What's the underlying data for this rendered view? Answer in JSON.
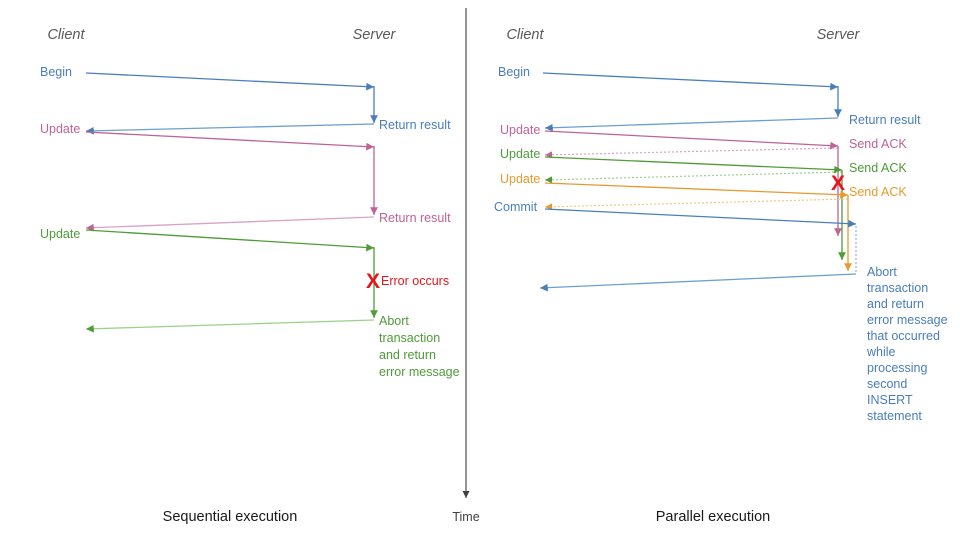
{
  "figure": {
    "title_left": "Sequential execution",
    "title_right": "Parallel execution",
    "time_axis_label": "Time"
  },
  "colors": {
    "blue": "#4a7ebb",
    "blue_light": "#8fb4de",
    "pink": "#c06296",
    "pink_light": "#dba3c3",
    "green": "#4f9b38",
    "green_light": "#9bd08a",
    "orange": "#e8992c",
    "orange_light": "#f6c781",
    "red": "#e8161b",
    "gray": "#595959",
    "axis": "#404040",
    "divider": "#4d4d4d"
  },
  "left_panel": {
    "actors": {
      "client": "Client",
      "server": "Server"
    },
    "messages": [
      {
        "label": "Begin",
        "color_key": "blue",
        "dir": "to-server"
      },
      {
        "label": "Return result",
        "color_key": "blue",
        "dir": "to-client"
      },
      {
        "label": "Update",
        "color_key": "pink",
        "dir": "to-server"
      },
      {
        "label": "Return result",
        "color_key": "pink",
        "dir": "to-client"
      },
      {
        "label": "Update",
        "color_key": "green",
        "dir": "to-server"
      }
    ],
    "error": {
      "marker": "X",
      "label": "Error occurs"
    },
    "abort_block": {
      "color_key": "green",
      "lines": [
        "Abort",
        "transaction",
        "and return",
        "error message"
      ]
    }
  },
  "right_panel": {
    "actors": {
      "client": "Client",
      "server": "Server"
    },
    "messages": [
      {
        "label": "Begin",
        "color_key": "blue",
        "dir": "to-server"
      },
      {
        "label": "Return result",
        "color_key": "blue",
        "dir": "to-client"
      },
      {
        "label": "Update",
        "color_key": "pink",
        "dir": "to-server"
      },
      {
        "label": "Send ACK",
        "color_key": "pink",
        "dir": "to-client"
      },
      {
        "label": "Update",
        "color_key": "green",
        "dir": "to-server"
      },
      {
        "label": "Send ACK",
        "color_key": "green",
        "dir": "to-client"
      },
      {
        "label": "Update",
        "color_key": "orange",
        "dir": "to-server"
      },
      {
        "label": "Send ACK",
        "color_key": "orange",
        "dir": "to-client"
      },
      {
        "label": "Commit",
        "color_key": "blue",
        "dir": "to-server"
      }
    ],
    "error": {
      "marker": "X"
    },
    "abort_block": {
      "color_key": "blue",
      "lines": [
        "Abort",
        "transaction",
        "and return",
        "error message",
        "that occurred",
        "while",
        "processing",
        "second",
        "INSERT",
        "statement"
      ]
    }
  }
}
